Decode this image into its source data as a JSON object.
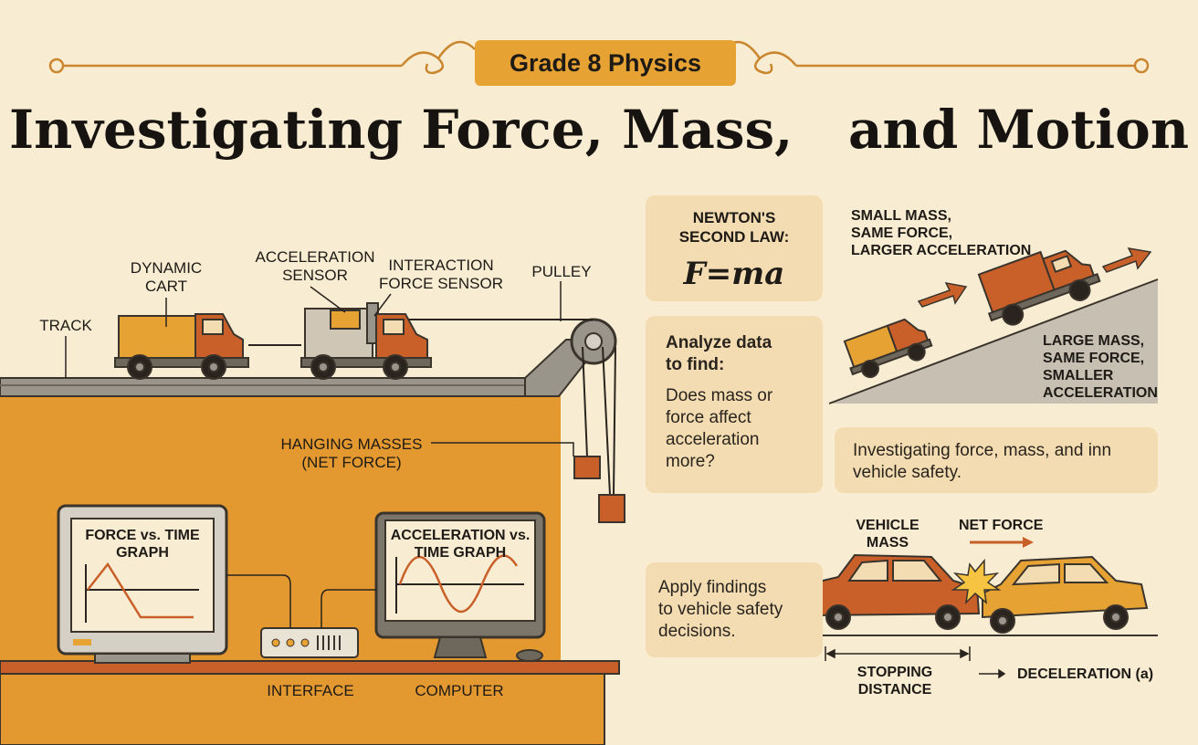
{
  "header": {
    "badge": "Grade 8 Physics",
    "title": "Investigating Force, Mass,   and Motion"
  },
  "setup_labels": {
    "track": "TRACK",
    "dynamic_cart": "DYNAMIC\nCART",
    "acceleration_sensor": "ACCELERATION\nSENSOR",
    "interaction_force_sensor": "INTERACTION\nFORCE SENSOR",
    "pulley": "PULLEY",
    "hanging_masses": "HANGING MASSES\n(NET FORCE)",
    "interface": "INTERFACE",
    "computer": "COMPUTER"
  },
  "screens": {
    "force_graph": "FORCE vs. TIME\nGRAPH",
    "acceleration_graph": "ACCELERATION vs.\nTIME GRAPH"
  },
  "law_card": {
    "title": "NEWTON'S\nSECOND LAW:",
    "formula": "F=ma"
  },
  "analyze_card": {
    "heading": "Analyze data\nto find:",
    "question": "Does mass or\nforce affect\nacceleration\nmore?"
  },
  "ramp_labels": {
    "small_mass": "SMALL MASS,\nSAME FORCE,\nLARGER ACCELERATION",
    "large_mass": "LARGE MASS,\nSAME FORCE,\nSMALLER\nACCELERATION"
  },
  "safety_card": {
    "text": "Investigating force, mass, and inn\nvehicle safety."
  },
  "apply_card": {
    "text": "Apply findings\nto vehicle safety\ndecisions."
  },
  "crash_labels": {
    "vehicle_mass": "VEHICLE\nMASS",
    "net_force": "NET FORCE",
    "stopping_distance": "STOPPING\nDISTANCE",
    "deceleration": "DECELERATION (a)"
  },
  "colors": {
    "background": "#f8ecd2",
    "accent": "#e7a234",
    "orange_dark": "#c9602a",
    "card": "#f3dcb1"
  }
}
